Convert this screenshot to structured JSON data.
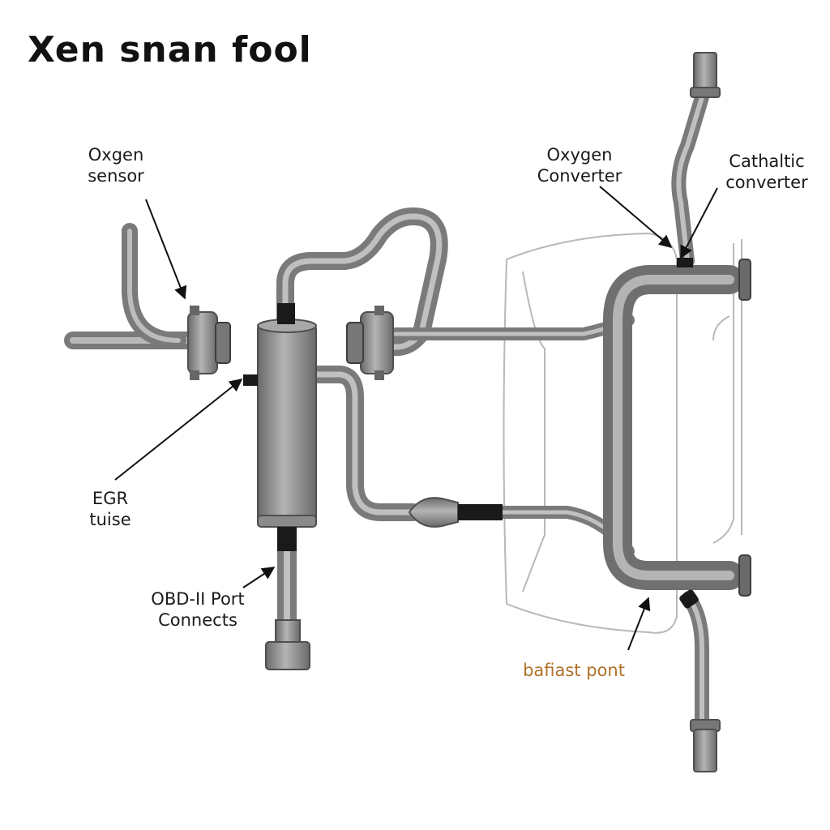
{
  "title": "Xen snan fool",
  "labels": {
    "oxygen_sensor": [
      "Oxgen",
      "sensor"
    ],
    "oxygen_converter": [
      "Oxygen",
      "Converter"
    ],
    "cathaltic_converter": [
      "Cathaltic",
      "converter"
    ],
    "egr": [
      "EGR",
      "tuise"
    ],
    "obd": [
      "OBD-II Port",
      "Connects"
    ],
    "bafiast": "bafiast  pont"
  },
  "colors": {
    "pipe": "#8e8e8e",
    "pipe_dark": "#5c5c5c",
    "pipe_light": "#c4c4c4",
    "clamp": "#1a1a1a",
    "outline": "#b8b8b8",
    "accent": "#b0722a"
  }
}
